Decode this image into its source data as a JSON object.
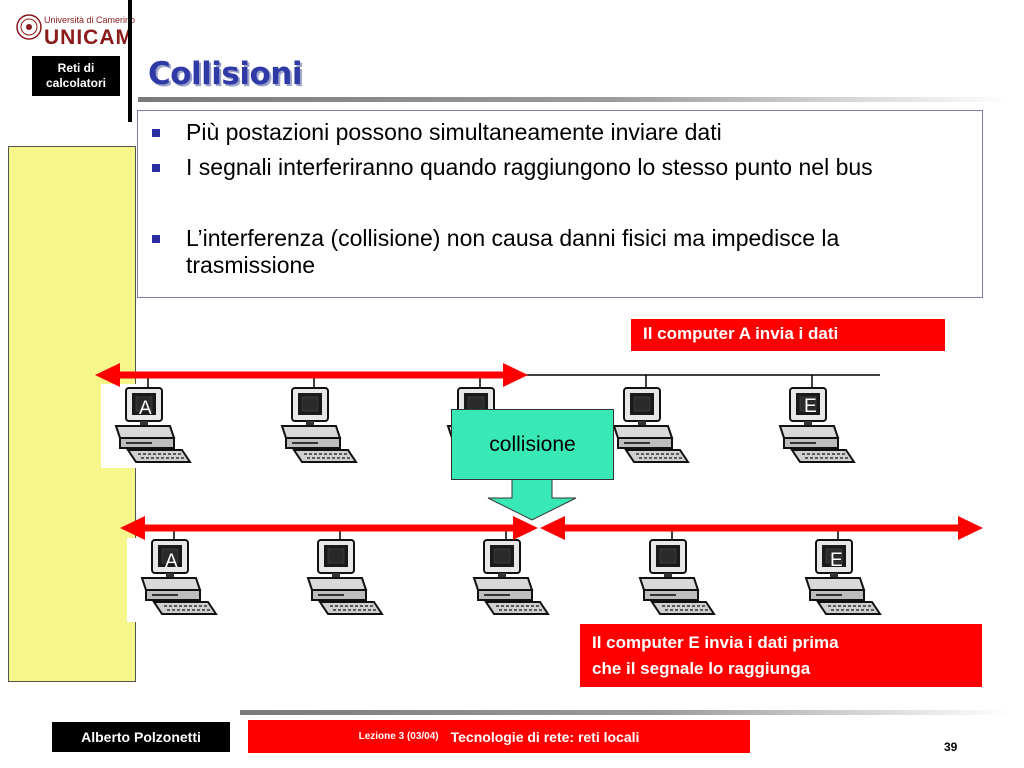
{
  "header": {
    "university_small": "Università di Camerino",
    "university_big": "UNICAM",
    "course_badge": [
      "Reti di",
      "calcolatori"
    ],
    "title": "Collisioni"
  },
  "bullets": [
    "Più postazioni possono simultaneamente inviare dati",
    "I segnali interferiranno quando raggiungono lo stesso punto nel bus",
    "L’interferenza (collisione) non causa danni fisici ma impedisce la trasmissione"
  ],
  "diagram": {
    "callout_a": "Il computer A invia i dati",
    "callout_e_lines": [
      "Il computer E invia i dati prima",
      "che il segnale lo raggiunga"
    ],
    "collision_label": "collisione",
    "computer_label_a": "A",
    "computer_label_e": "E"
  },
  "footer": {
    "author": "Alberto Polzonetti",
    "lesson": "Lezione 3 (03/04)",
    "lesson_title": "Tecnologie di rete: reti locali",
    "page_number": "39"
  },
  "colors": {
    "title": "#2f3aa6",
    "bus_arrow": "#ff0000",
    "callout_bg": "#ff0000",
    "collision_bg": "#38e8b5",
    "side_panel": "#f6f68a"
  }
}
